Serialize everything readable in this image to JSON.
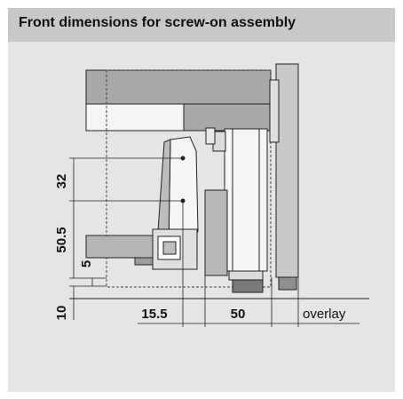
{
  "panel": {
    "title": "Front dimensions for screw-on assembly"
  },
  "dimensions": {
    "d32": "32",
    "d50_5": "50.5",
    "d5": "5",
    "d10": "10",
    "d15_5": "15.5",
    "d50": "50",
    "overlay": "overlay"
  },
  "colors": {
    "panel_bg": "#e5e5e5",
    "header_bg": "#c8c8c8",
    "gray_fill": "#a9a9a9",
    "light_fill": "#f2f2f2",
    "line": "#222222"
  }
}
